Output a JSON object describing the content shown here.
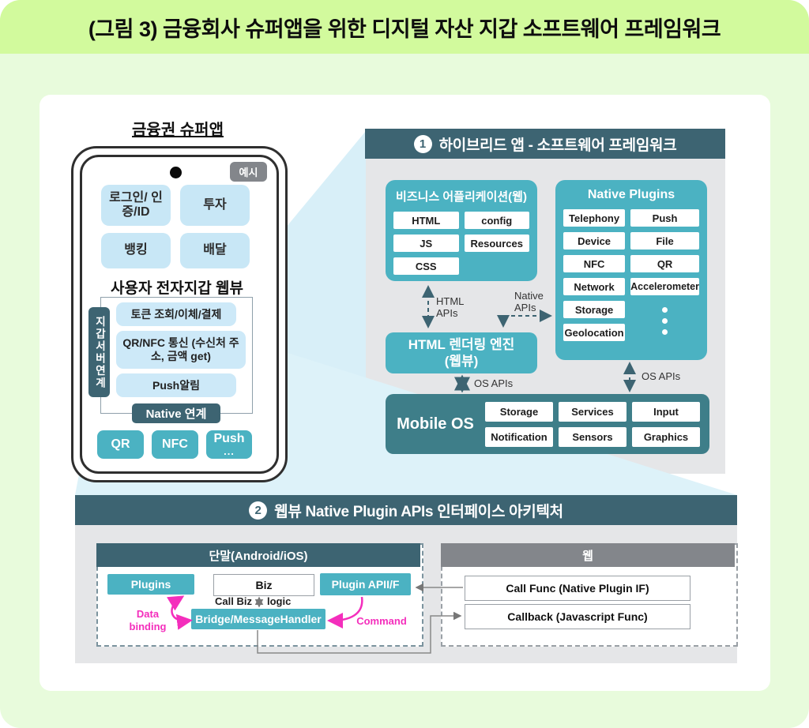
{
  "title": "(그림 3) 금융회사 슈퍼앱을 위한 디지털 자산 지갑 소프트웨어 프레임워크",
  "colors": {
    "accent_teal": "#4bb2c2",
    "dark_slate": "#3d6472",
    "mobile_os_teal": "#3e7e89",
    "light_blue": "#c8e7f6",
    "magenta": "#f42ebc",
    "banner_green": "#d2fa9d",
    "bg_green": "#e8fbdc"
  },
  "phone": {
    "title": "금융권 슈퍼앱",
    "example_badge": "예시",
    "tiles": [
      "로그인/ 인증/ID",
      "투자",
      "뱅킹",
      "배달"
    ],
    "webview_title": "사용자 전자지갑 웹뷰",
    "wallet_server_tab": "지갑서버연계",
    "wallet_items": [
      "토큰 조회/이체/결제",
      "QR/NFC 통신 (수신처 주소, 금액 get)",
      "Push알림"
    ],
    "native_band": "Native 연계",
    "buttons": {
      "qr": "QR",
      "nfc": "NFC",
      "push": "Push",
      "push_dots": "..."
    }
  },
  "section1": {
    "number": "1",
    "title": "하이브리드 앱 - 소프트웨어 프레임워크",
    "biz_app": {
      "title": "비즈니스 어플리케이션(웹)",
      "chips": [
        "HTML",
        "config",
        "JS",
        "Resources",
        "CSS"
      ]
    },
    "native_plugins": {
      "title": "Native Plugins",
      "chips": [
        "Telephony",
        "Push",
        "Device",
        "File",
        "NFC",
        "QR",
        "Network",
        "Accelerometer",
        "Storage",
        "Geolocation"
      ]
    },
    "render_engine": {
      "line1": "HTML 렌더링 엔진",
      "line2": "(웹뷰)"
    },
    "mobile_os": {
      "title": "Mobile OS",
      "chips": [
        "Storage",
        "Services",
        "Input",
        "Notification",
        "Sensors",
        "Graphics"
      ]
    },
    "labels": {
      "html_apis": "HTML APIs",
      "native_apis": "Native APIs",
      "os_apis_left": "OS APIs",
      "os_apis_right": "OS APIs"
    }
  },
  "section2": {
    "number": "2",
    "title": "웹뷰 Native Plugin APIs 인터페이스 아키텍처",
    "device": {
      "header": "단말(Android/iOS)",
      "plugins": "Plugins",
      "biz": "Biz",
      "plugin_api": "Plugin APII/F",
      "bridge": "Bridge/MessageHandler",
      "call_biz": "Call Biz",
      "logic": "logic",
      "data_binding": "Data binding",
      "command": "Command"
    },
    "web": {
      "header": "웹",
      "call_func": "Call Func (Native Plugin IF)",
      "callback": "Callback (Javascript Func)"
    }
  }
}
